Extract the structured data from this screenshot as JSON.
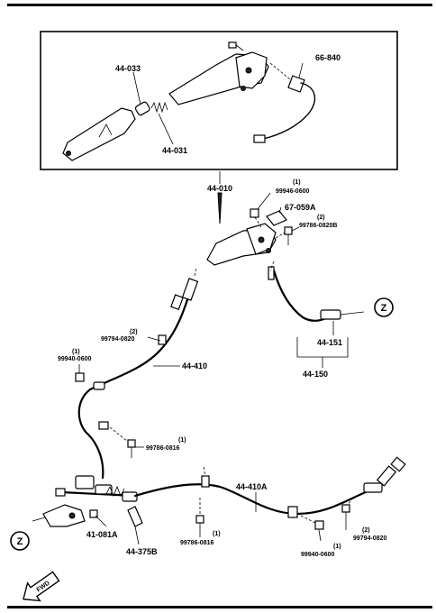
{
  "parts": {
    "p44_033": "44-033",
    "p44_031": "44-031",
    "p66_840": "66-840",
    "p44_010": "44-010",
    "p99946_0600": "99946-0600",
    "p99946_qty": "(1)",
    "p67_059A": "67-059A",
    "p99786_0820B": "99786-0820B",
    "p99786_0820B_qty": "(2)",
    "p99794_0820_upper": "99794-0820",
    "p99794_0820_upper_qty": "(2)",
    "p99940_0600_left": "99940-0600",
    "p99940_0600_left_qty": "(1)",
    "p44_410": "44-410",
    "p99786_0816_upper": "99786-0816",
    "p99786_0816_upper_qty": "(1)",
    "p44_151": "44-151",
    "p44_150": "44-150",
    "p44_410A": "44-410A",
    "p41_081A": "41-081A",
    "p44_375B": "44-375B",
    "p99786_0816_lower": "99786-0816",
    "p99786_0816_lower_qty": "(1)",
    "p99794_0820_lower": "99794-0820",
    "p99794_0820_lower_qty": "(2)",
    "p99940_0600_right": "99940-0600",
    "p99940_0600_right_qty": "(1)"
  },
  "markers": {
    "z_right": "Z",
    "z_left": "Z",
    "fwd": "FWD"
  },
  "icons": {
    "fwd_arrow": "fwd-arrow-icon"
  }
}
